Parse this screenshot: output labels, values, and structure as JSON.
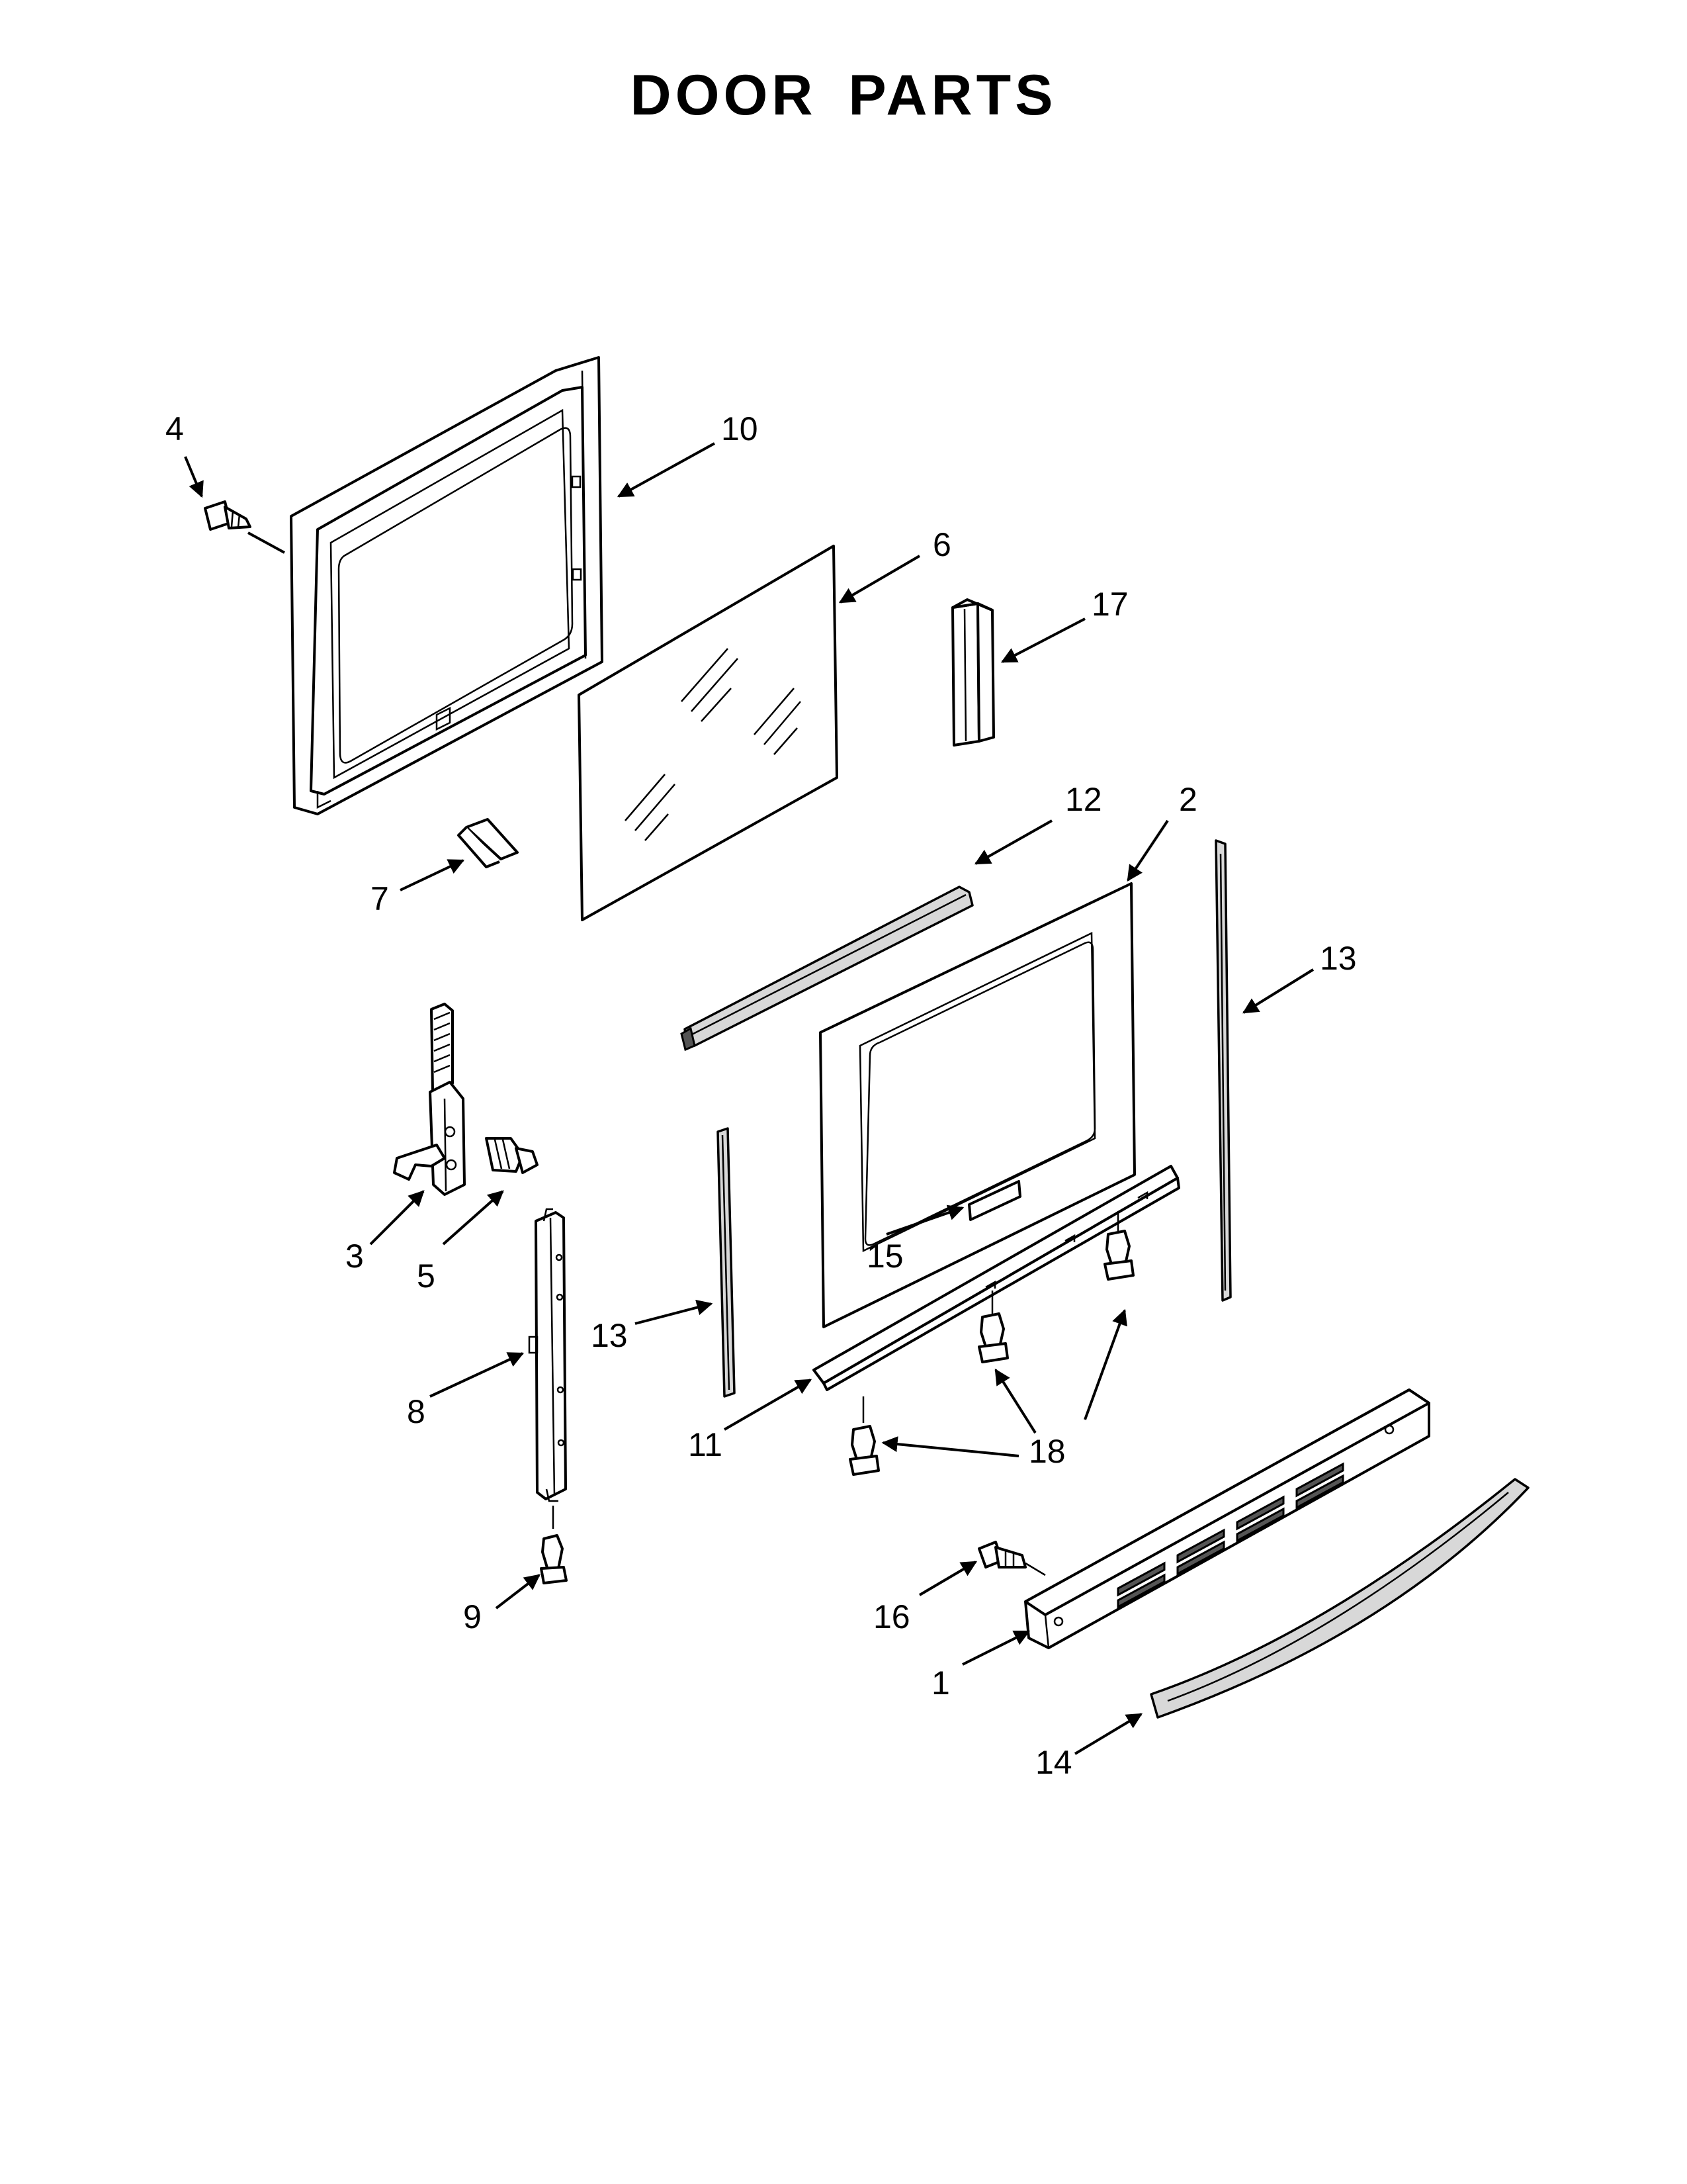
{
  "title": "DOOR PARTS",
  "callouts": [
    {
      "id": "c4",
      "label": "4"
    },
    {
      "id": "c10",
      "label": "10"
    },
    {
      "id": "c6",
      "label": "6"
    },
    {
      "id": "c17",
      "label": "17"
    },
    {
      "id": "c12",
      "label": "12"
    },
    {
      "id": "c2",
      "label": "2"
    },
    {
      "id": "c7",
      "label": "7"
    },
    {
      "id": "c13a",
      "label": "13"
    },
    {
      "id": "c3",
      "label": "3"
    },
    {
      "id": "c5",
      "label": "5"
    },
    {
      "id": "c15",
      "label": "15"
    },
    {
      "id": "c13b",
      "label": "13"
    },
    {
      "id": "c8",
      "label": "8"
    },
    {
      "id": "c11",
      "label": "11"
    },
    {
      "id": "c18",
      "label": "18"
    },
    {
      "id": "c9",
      "label": "9"
    },
    {
      "id": "c16",
      "label": "16"
    },
    {
      "id": "c1",
      "label": "1"
    },
    {
      "id": "c14",
      "label": "14"
    }
  ]
}
